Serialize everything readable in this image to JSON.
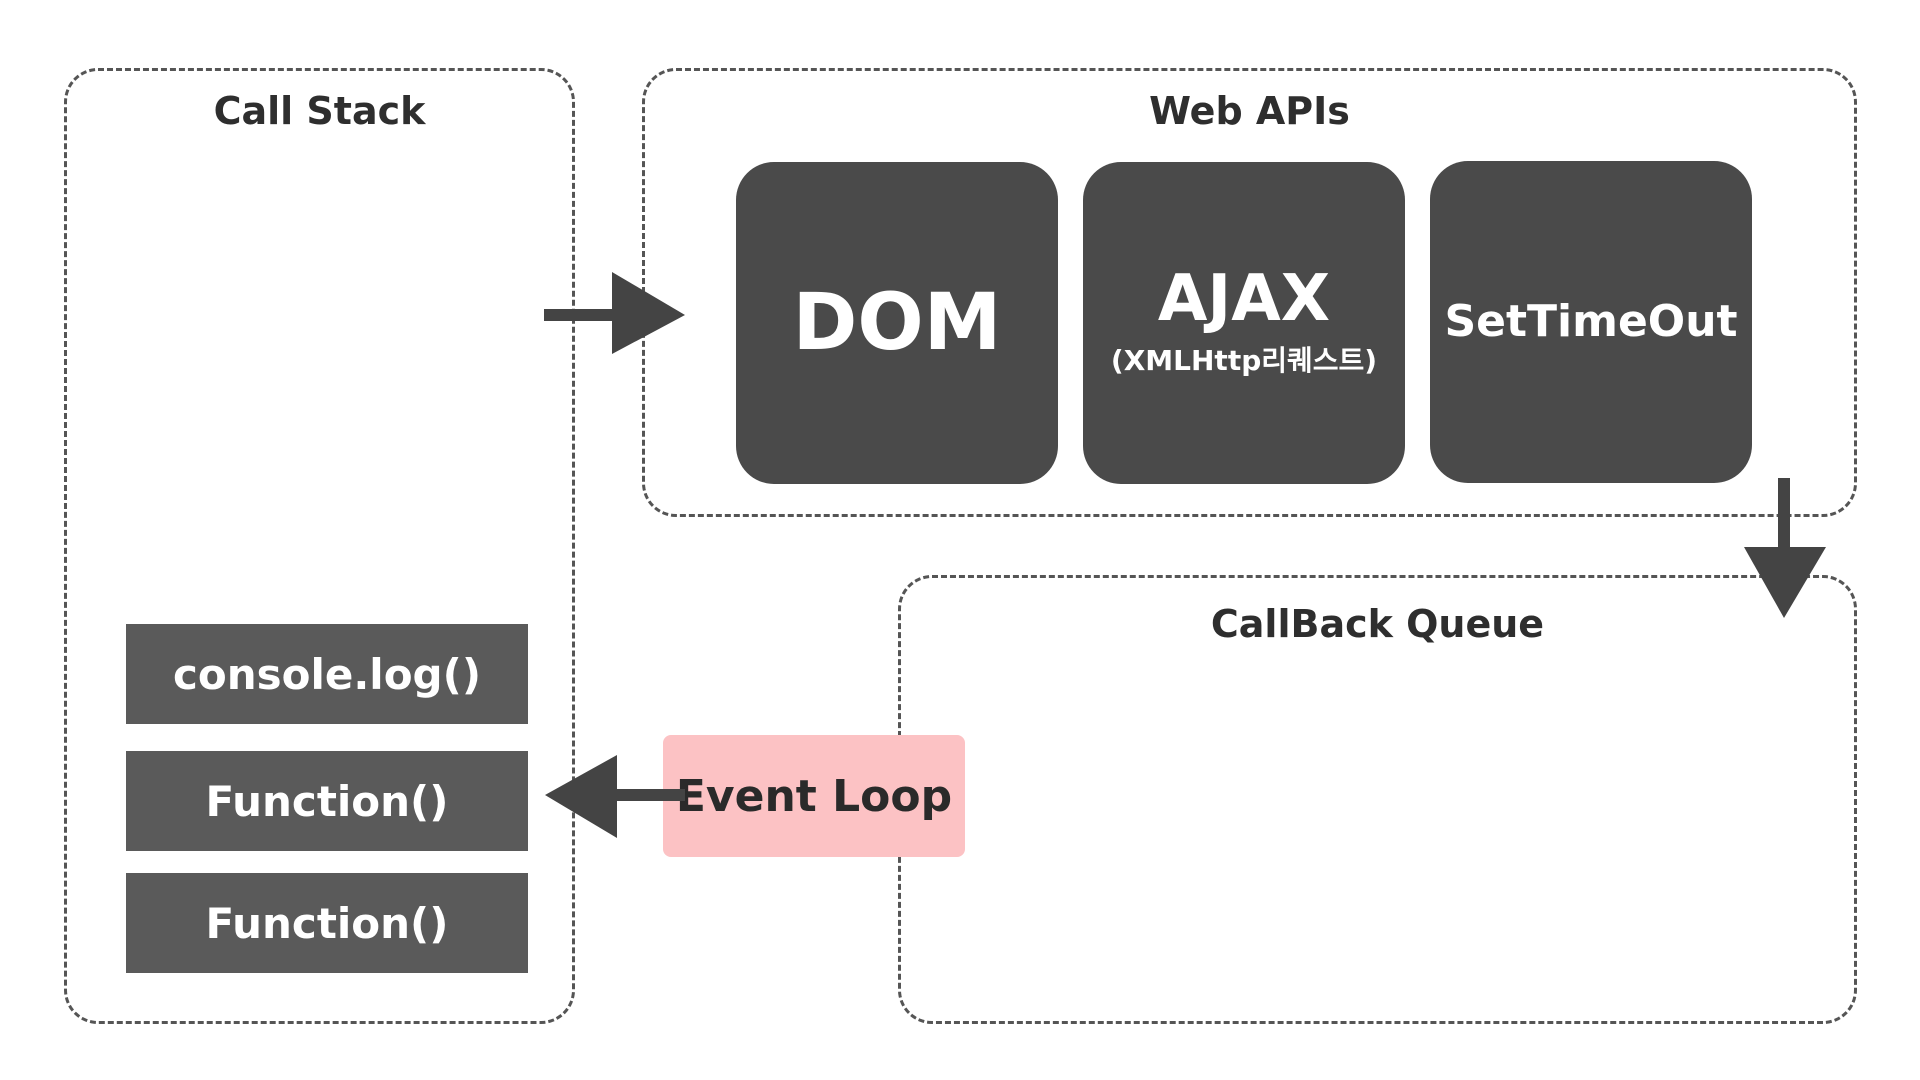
{
  "call_stack": {
    "title": "Call Stack",
    "items": [
      "console.log()",
      "Function()",
      "Function()"
    ]
  },
  "web_apis": {
    "title": "Web APIs",
    "boxes": [
      {
        "label": "DOM"
      },
      {
        "label": "AJAX",
        "sublabel": "(XMLHttp리퀘스트)"
      },
      {
        "label": "SetTimeOut"
      }
    ]
  },
  "callback_queue": {
    "title": "CallBack Queue"
  },
  "event_loop": {
    "label": "Event Loop"
  },
  "colors": {
    "box_dark": "#4a4a4a",
    "stack_item": "#5a5a5a",
    "event_loop_bg": "#fcc2c4",
    "border": "#555555",
    "arrow": "#444444"
  }
}
